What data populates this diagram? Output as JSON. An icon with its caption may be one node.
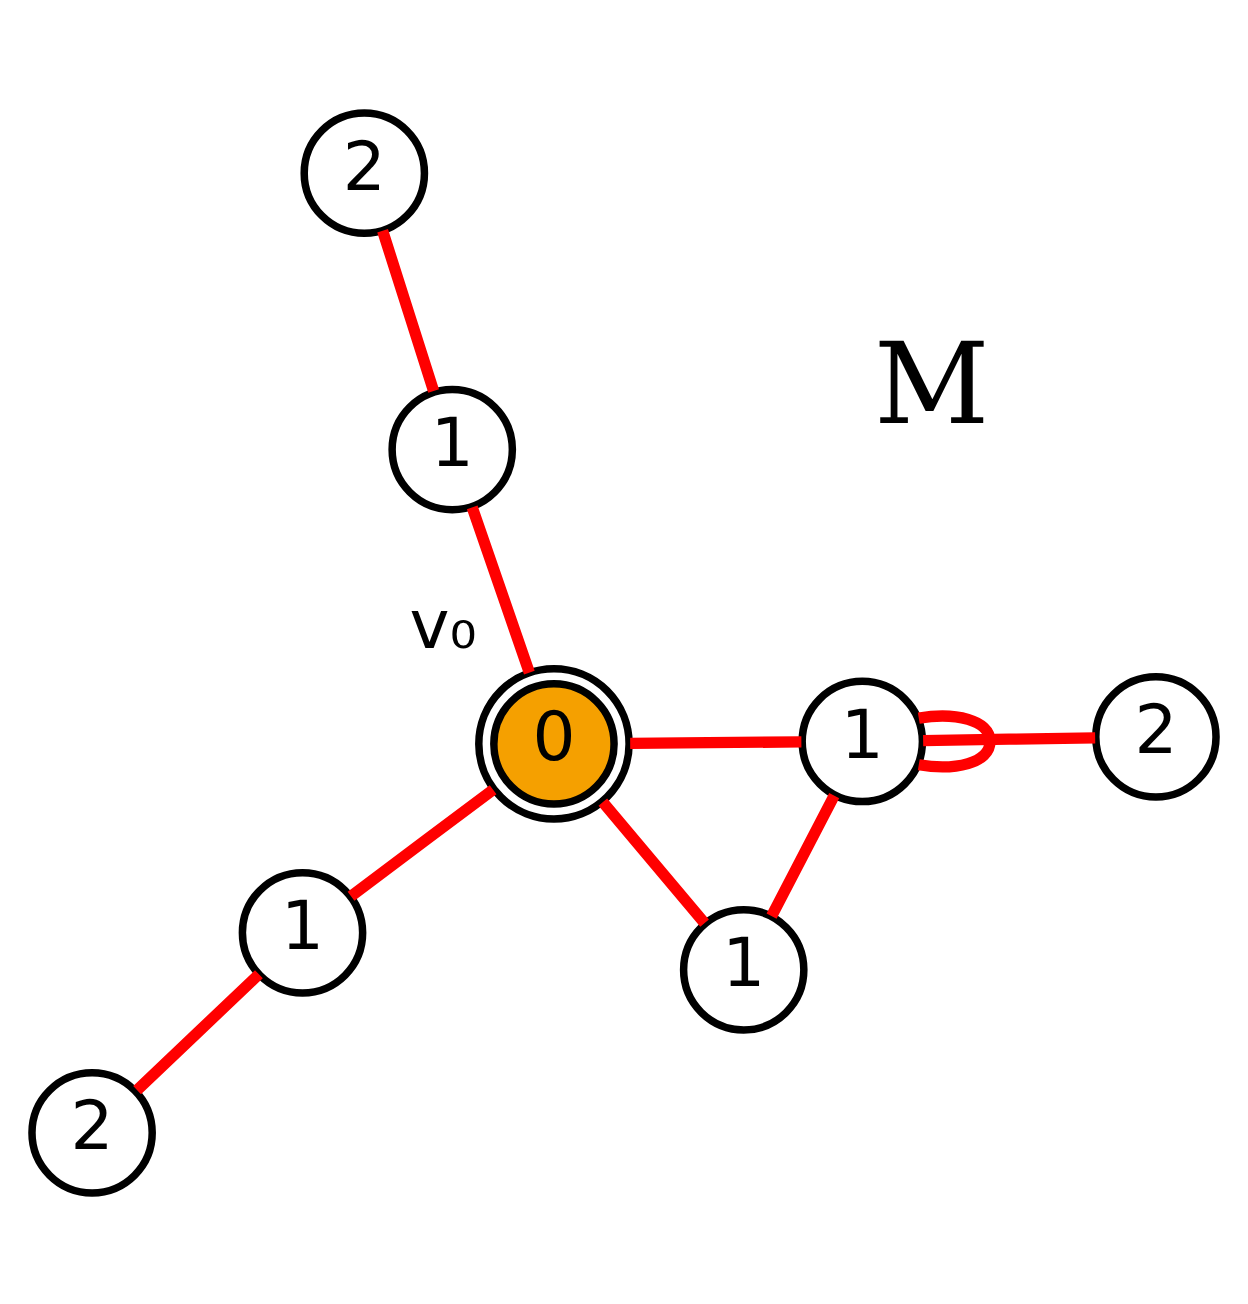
{
  "diagram": {
    "nodes": [
      {
        "text": [
          "1"
        ]
      },
      {
        "text": [
          "2"
        ]
      },
      {
        "text": [
          "2"
        ]
      },
      {
        "text": [
          "1"
        ]
      },
      {
        "text": [
          "2"
        ]
      },
      {
        "text": [
          "1"
        ]
      },
      {
        "text": [
          "0"
        ],
        "beside": [
          "v₀"
        ]
      },
      {
        "text": [
          "1"
        ]
      }
    ],
    "edges": [
      {
        "from": 6,
        "to": 0,
        "arrow": "none"
      },
      {
        "from": 0,
        "to": 2,
        "arrow": "none"
      },
      {
        "from": 6,
        "to": 3,
        "arrow": "none"
      },
      {
        "from": 3,
        "to": 4,
        "arrow": "none"
      },
      {
        "from": 6,
        "to": 5,
        "arrow": "none"
      },
      {
        "from": 5,
        "to": 1,
        "arrow": "none"
      },
      {
        "from": 5,
        "to": 5,
        "arrow": "none"
      },
      {
        "from": 5,
        "to": 7,
        "arrow": "none"
      },
      {
        "from": 6,
        "to": 7,
        "arrow": "none"
      }
    ],
    "labels": [
      "M"
    ]
  }
}
